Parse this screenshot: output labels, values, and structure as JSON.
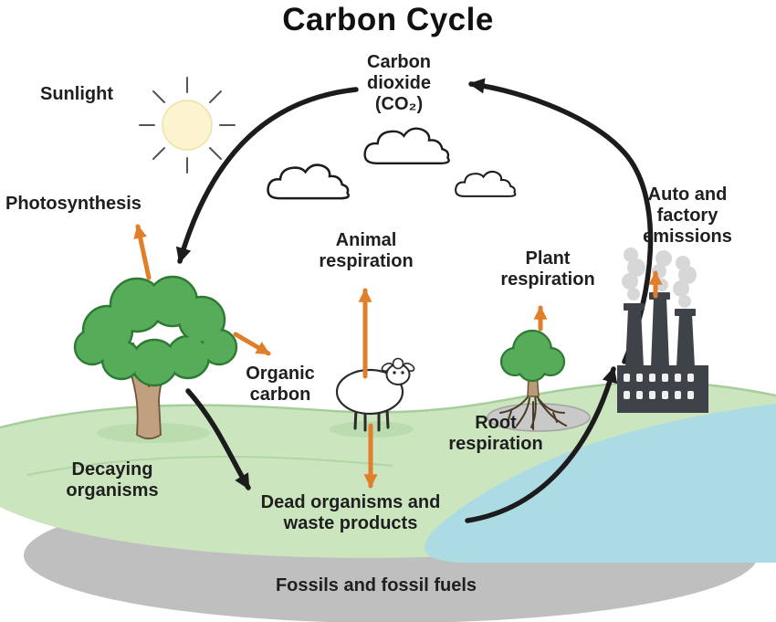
{
  "title": "Carbon Cycle",
  "labels": {
    "sunlight": "Sunlight",
    "carbon_dioxide": {
      "line1": "Carbon",
      "line2": "dioxide",
      "line3": "(CO₂)"
    },
    "photosynthesis": "Photosynthesis",
    "auto_factory_emissions": {
      "line1": "Auto and",
      "line2": "factory",
      "line3": "emissions"
    },
    "animal_respiration": {
      "line1": "Animal",
      "line2": "respiration"
    },
    "plant_respiration": {
      "line1": "Plant",
      "line2": "respiration"
    },
    "organic_carbon": {
      "line1": "Organic",
      "line2": "carbon"
    },
    "root_respiration": {
      "line1": "Root",
      "line2": "respiration"
    },
    "decaying_organisms": {
      "line1": "Decaying",
      "line2": "organisms"
    },
    "dead_organisms": {
      "line1": "Dead organisms and",
      "line2": "waste products"
    },
    "fossils_fossil_fuels": "Fossils and fossil fuels"
  },
  "colors": {
    "text": "#1F1F1F",
    "arrow_orange": "#E07E2A",
    "arrow_black": "#1C1C1C",
    "ground_green": "#CBE5BE",
    "ground_outline": "#A6CE9B",
    "water_blue": "#ADDBE3",
    "fossil_gray": "#BFBFBF",
    "tree_green": "#56AC58",
    "tree_outline": "#2E7A35",
    "trunk_brown": "#C1A080",
    "sun_yellow": "#FBF4CE",
    "factory_gray": "#3D4349",
    "smoke_gray": "#D3D3D3",
    "sheep_white": "#FFFFFF",
    "mound_gray": "#C9C9C9"
  }
}
